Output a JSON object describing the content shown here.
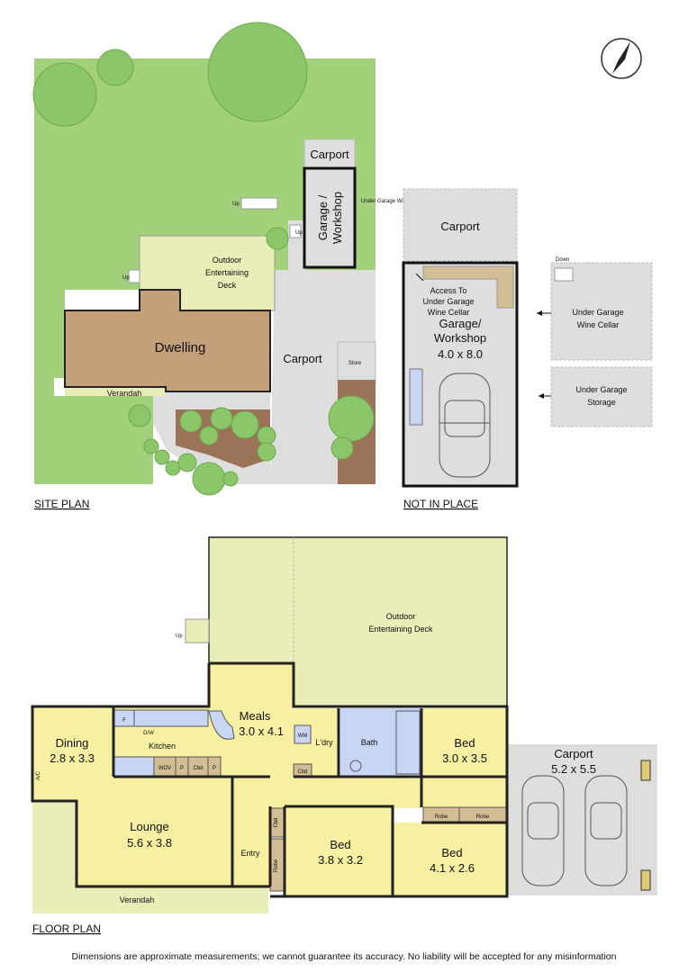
{
  "site_plan": {
    "section_label": "SITE PLAN",
    "carport_top": "Carport",
    "garage": "Garage /\nWorkshop",
    "under_garage_note": "Under Garage Wine Cellar / Storage",
    "up_1": "Up",
    "up_2": "Up",
    "up_3": "Up",
    "outdoor_deck": "Outdoor\nEntertaining\nDeck",
    "dwelling": "Dwelling",
    "carport_main": "Carport",
    "store": "Store",
    "verandah": "Verandah"
  },
  "not_in_place": {
    "section_label": "NOT IN PLACE",
    "carport": "Carport",
    "access_note": "Access To\nUnder Garage\nWine Cellar",
    "garage_title": "Garage/\nWorkshop",
    "garage_dims": "4.0 x 8.0",
    "down": "Down",
    "wine_cellar": "Under Garage\nWine Cellar",
    "storage": "Under Garage\nStorage"
  },
  "floor_plan": {
    "section_label": "FLOOR PLAN",
    "outdoor_deck": "Outdoor\nEntertaining Deck",
    "up": "Up",
    "meals": "Meals",
    "meals_dims": "3.0 x 4.1",
    "dining": "Dining",
    "dining_dims": "2.8 x 3.3",
    "kitchen": "Kitchen",
    "fridge": "F",
    "dishwasher": "D/W",
    "wall_oven": "WOV",
    "pantry_1": "P",
    "cupboard_kitchen": "Cbd",
    "pantry_2": "P",
    "ac": "A/C",
    "washing_machine": "WM",
    "laundry": "L'dry",
    "bath": "Bath",
    "cupboard_laundry": "Cbd",
    "bed1": "Bed",
    "bed1_dims": "3.0 x 3.5",
    "robe_1": "Robe",
    "robe_2": "Robe",
    "carport": "Carport",
    "carport_dims": "5.2 x 5.5",
    "lounge": "Lounge",
    "lounge_dims": "5.6 x 3.8",
    "entry": "Entry",
    "cupboard_hall": "Cbd",
    "robe_3": "Robe",
    "bed2": "Bed",
    "bed2_dims": "3.8 x 3.2",
    "bed3": "Bed",
    "bed3_dims": "4.1 x 2.6",
    "verandah": "Verandah"
  },
  "disclaimer": "Dimensions are approximate measurements; we cannot guarantee its accuracy. No liability will be accepted for any misinformation",
  "colors": {
    "lawn": "#a3d07a",
    "tree": "#8cc66a",
    "dwelling": "#c4a07a",
    "deck": "#e9edb8",
    "room": "#f7f0a2",
    "paving": "#dedede",
    "bathroom": "#c9d6f3",
    "garden_bed": "#9a7358",
    "robe": "#d2bd95"
  }
}
